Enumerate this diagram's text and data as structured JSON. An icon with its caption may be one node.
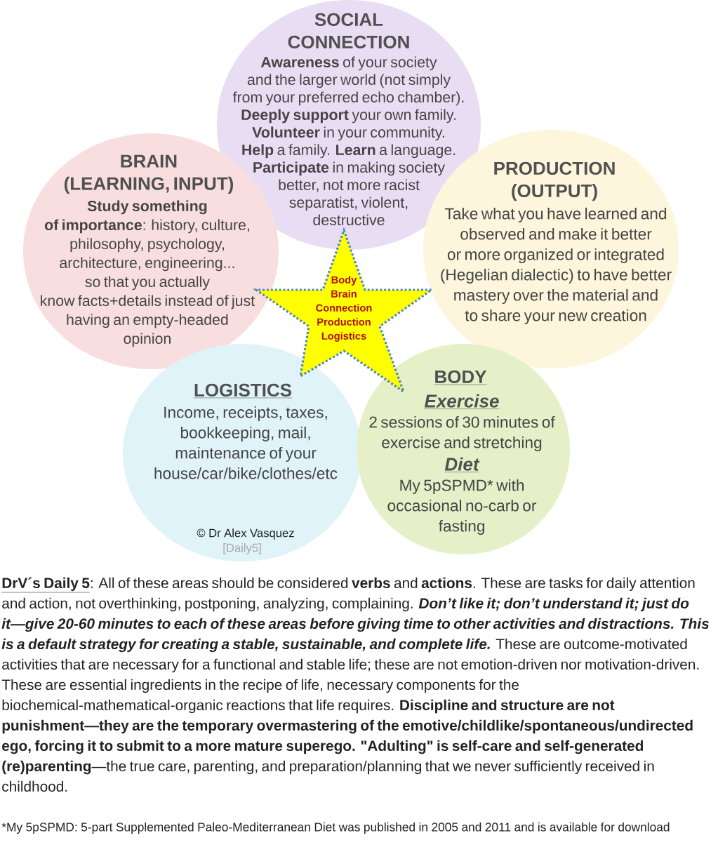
{
  "diagram": {
    "nodes": [
      {
        "text": [
          "SOCIAL CONNECTION",
          "**Awareness** of your society and the larger world (not simply from your preferred echo chamber). **Deeply support** your own family. **Volunteer** in your community. **Help** a family. **Learn** a language. **Participate** in making society better, not more racist separatist, violent, destructive"
        ]
      },
      {
        "text": [
          "BRAIN (LEARNING, INPUT)",
          "**Study something of importance**: history, culture, philosophy, psychology, architecture, engineering... so that you actually know facts+details instead of just having an empty-headed opinion"
        ]
      },
      {
        "text": [
          "PRODUCTION (OUTPUT)",
          "Take what you have learned and observed and make it better or more organized or integrated (Hegelian dialectic) to have better mastery over the material and to share your new creation"
        ]
      },
      {
        "text": [
          "LOGISTICS",
          "Income, receipts, taxes, bookkeeping, mail, maintenance of your house/car/bike/clothes/etc",
          "© Dr Alex Vasquez",
          "[Daily5]"
        ]
      },
      {
        "text": [
          "BODY",
          "Exercise",
          "2 sessions of 30 minutes of exercise and stretching",
          "Diet",
          "My 5pSPMD* with occasional no-carb or fasting"
        ]
      },
      {
        "text": [
          "Body",
          "Brain",
          "Connection",
          "Production",
          "Logistics"
        ]
      }
    ],
    "labels": [
      "DrV´s Daily 5",
      ": All of these areas should be considered **verbs** and **actions**. These are tasks for daily attention and action, not overthinking, postponing, analyzing, complaining.",
      "Don’t like it; don’t understand it; just do it—give 20-60 minutes to each of these areas before giving time to other activities and distractions. This is a default strategy for creating a stable, sustainable, and complete life.",
      "These are outcome-motivated activities that are necessary for a functional and stable life; these are not emotion-driven nor motivation-driven. These are essential ingredients in the recipe of life, necessary components for the biochemical-mathematical-organic reactions that life requires.",
      "**Discipline and structure are not punishment—they are the temporary overmastering of the emotive/childlike/spontaneous/undirected ego, forcing it to submit to a more mature superego. \"Adulting\" is self-care and self-generated (re)parenting**—the true care, parenting, and preparation/planning that we never sufficiently received in childhood.",
      "*My 5pSPMD: 5-part Supplemented Paleo-Mediterranean Diet was published in 2005 and 2011 and is available for download"
    ]
  }
}
